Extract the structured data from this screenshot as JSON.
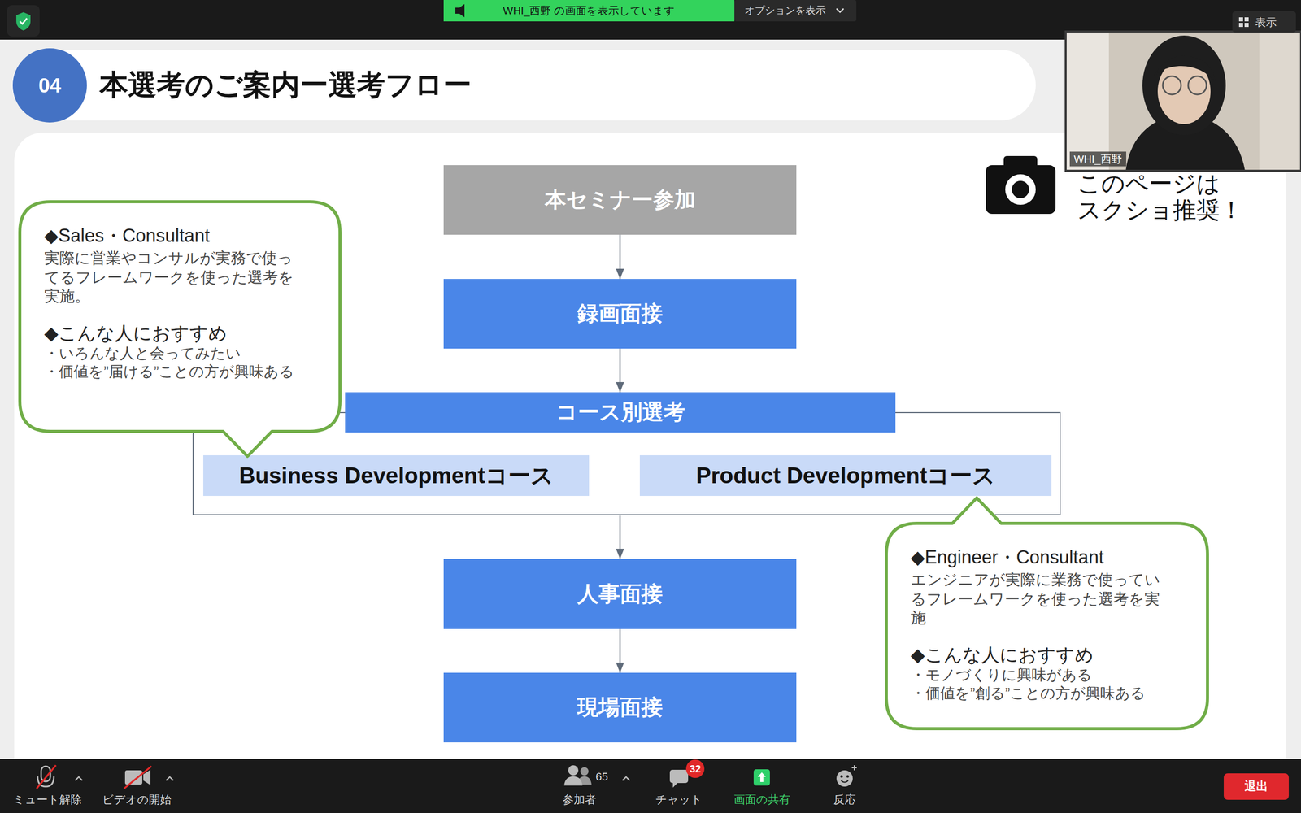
{
  "diagram": {
    "title": "本選考のご案内ー選考フロー",
    "nodes": [
      {
        "text": [
          "本セミナー参加"
        ]
      },
      {
        "text": [
          "録画面接"
        ]
      },
      {
        "text": [
          "コース別選考"
        ]
      },
      {
        "text": [
          "Business Developmentコース"
        ],
        "in": 2
      },
      {
        "text": [
          "Product Developmentコース"
        ],
        "in": 2
      },
      {
        "text": [
          "人事面接"
        ]
      },
      {
        "text": [
          "現場面接"
        ]
      },
      {
        "text": [
          "◆Sales・Consultant",
          "実際に営業やコンサルが実務で使ってるフレームワークを使った選考を実施。",
          "◆こんな人におすすめ",
          "・いろんな人と会ってみたい",
          "・価値を”届ける”ことの方が興味ある"
        ]
      },
      {
        "text": [
          "◆Engineer・Consultant",
          "エンジニアが実際に業務で使っているフレームワークを使った選考を実施",
          "◆こんな人におすすめ",
          "・モノづくりに興味がある",
          "・価値を”創る”ことの方が興味ある"
        ]
      }
    ],
    "edges": [
      {
        "from": 0,
        "to": 1,
        "arrow": "to"
      },
      {
        "from": 1,
        "to": 2,
        "arrow": "to"
      },
      {
        "from": 2,
        "to": 5,
        "arrow": "to"
      },
      {
        "from": 5,
        "to": 6,
        "arrow": "to"
      }
    ],
    "labels": [
      "WHI_西野 の画面を表示しています",
      "オプションを表示",
      "表示",
      "04",
      "このページは",
      "スクショ推奨！",
      "WHI_西野",
      "ミュート解除",
      "ビデオの開始",
      "65",
      "参加者",
      "32",
      "チャット",
      "画面の共有",
      "反応",
      "退出"
    ]
  }
}
